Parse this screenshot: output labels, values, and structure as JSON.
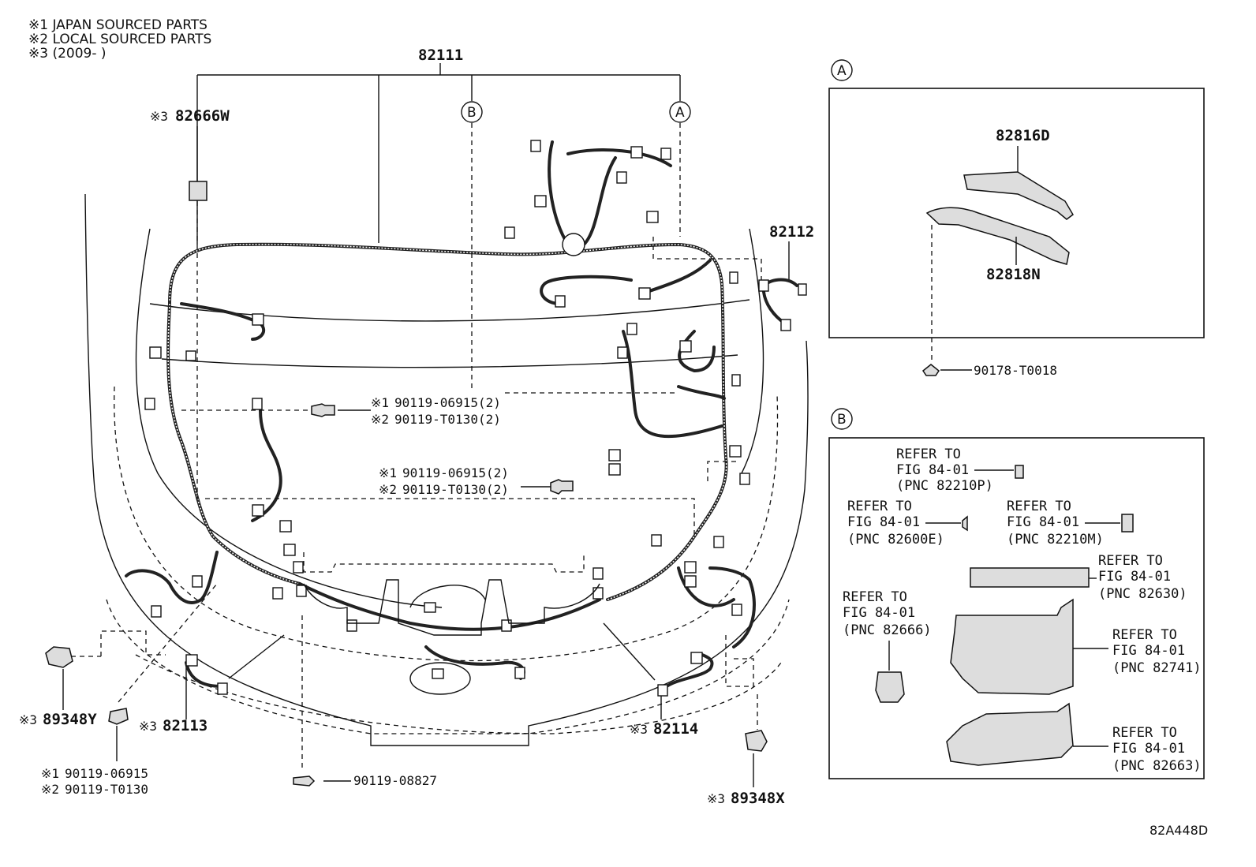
{
  "notes": [
    "※1 JAPAN SOURCED PARTS",
    "※2 LOCAL SOURCED PARTS",
    "※3 (2009-      )"
  ],
  "main": {
    "main_harness": "82111",
    "part_82666w": "82666W",
    "part_82666w_note": "※3",
    "part_82112": "82112",
    "clip_upper_1": "90119-06915(2)",
    "clip_upper_1_note": "※1",
    "clip_upper_2": "90119-T0130(2)",
    "clip_upper_2_note": "※2",
    "clip_mid_1": "90119-06915(2)",
    "clip_mid_1_note": "※1",
    "clip_mid_2": "90119-T0130(2)",
    "clip_mid_2_note": "※2",
    "part_89348y": "89348Y",
    "part_89348y_note": "※3",
    "part_82113": "82113",
    "part_82113_note": "※3",
    "part_82114": "82114",
    "part_82114_note": "※3",
    "clip_lower_1": "90119-06915",
    "clip_lower_1_note": "※1",
    "clip_lower_2": "90119-T0130",
    "clip_lower_2_note": "※2",
    "bolt_lower": "90119-08827",
    "part_89348x": "89348X",
    "part_89348x_note": "※3",
    "callout_a": "A",
    "callout_b": "B"
  },
  "detail_a": {
    "letter": "A",
    "part_82816d": "82816D",
    "part_82818n": "82818N",
    "clip": "90178-T0018"
  },
  "detail_b": {
    "letter": "B",
    "refs": [
      {
        "l1": "REFER TO",
        "l2": "FIG 84-01",
        "l3": "(PNC 82210P)"
      },
      {
        "l1": "REFER TO",
        "l2": "FIG 84-01",
        "l3": "(PNC 82600E)"
      },
      {
        "l1": "REFER TO",
        "l2": "FIG 84-01",
        "l3": "(PNC 82210M)"
      },
      {
        "l1": "REFER TO",
        "l2": "FIG 84-01",
        "l3": "(PNC 82630)"
      },
      {
        "l1": "REFER TO",
        "l2": "FIG 84-01",
        "l3": "(PNC 82666)"
      },
      {
        "l1": "REFER TO",
        "l2": "FIG 84-01",
        "l3": "(PNC 82741)"
      },
      {
        "l1": "REFER TO",
        "l2": "FIG 84-01",
        "l3": "(PNC 82663)"
      }
    ]
  },
  "figure_code": "82A448D"
}
